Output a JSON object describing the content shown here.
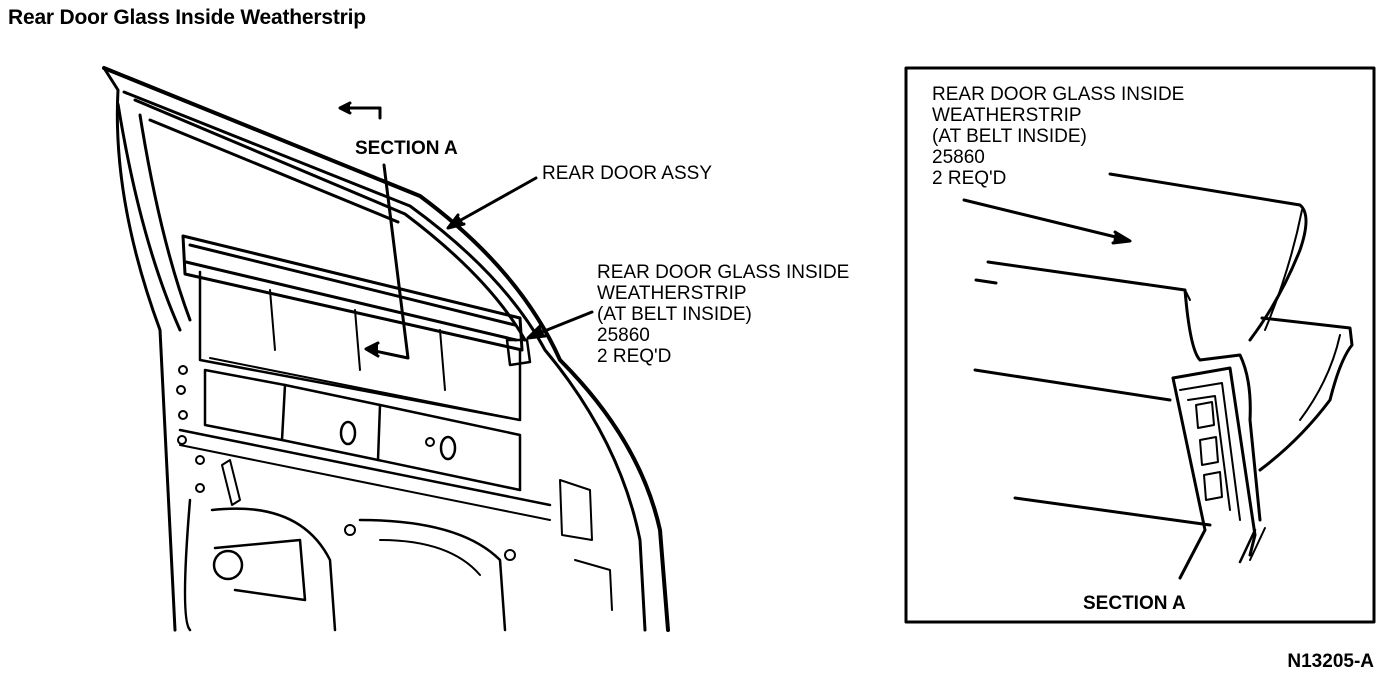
{
  "title": "Rear Door Glass Inside Weatherstrip",
  "main_view": {
    "section_marker": "SECTION A",
    "assy_label": "REAR DOOR ASSY",
    "weatherstrip_callout": [
      "REAR DOOR GLASS INSIDE",
      "WEATHERSTRIP",
      "(AT BELT INSIDE)",
      "25860",
      "2 REQ'D"
    ]
  },
  "detail_view": {
    "callout": [
      "REAR DOOR GLASS INSIDE",
      "WEATHERSTRIP",
      "(AT BELT INSIDE)",
      "25860",
      "2 REQ'D"
    ],
    "caption": "SECTION A"
  },
  "figure_id": "N13205-A"
}
